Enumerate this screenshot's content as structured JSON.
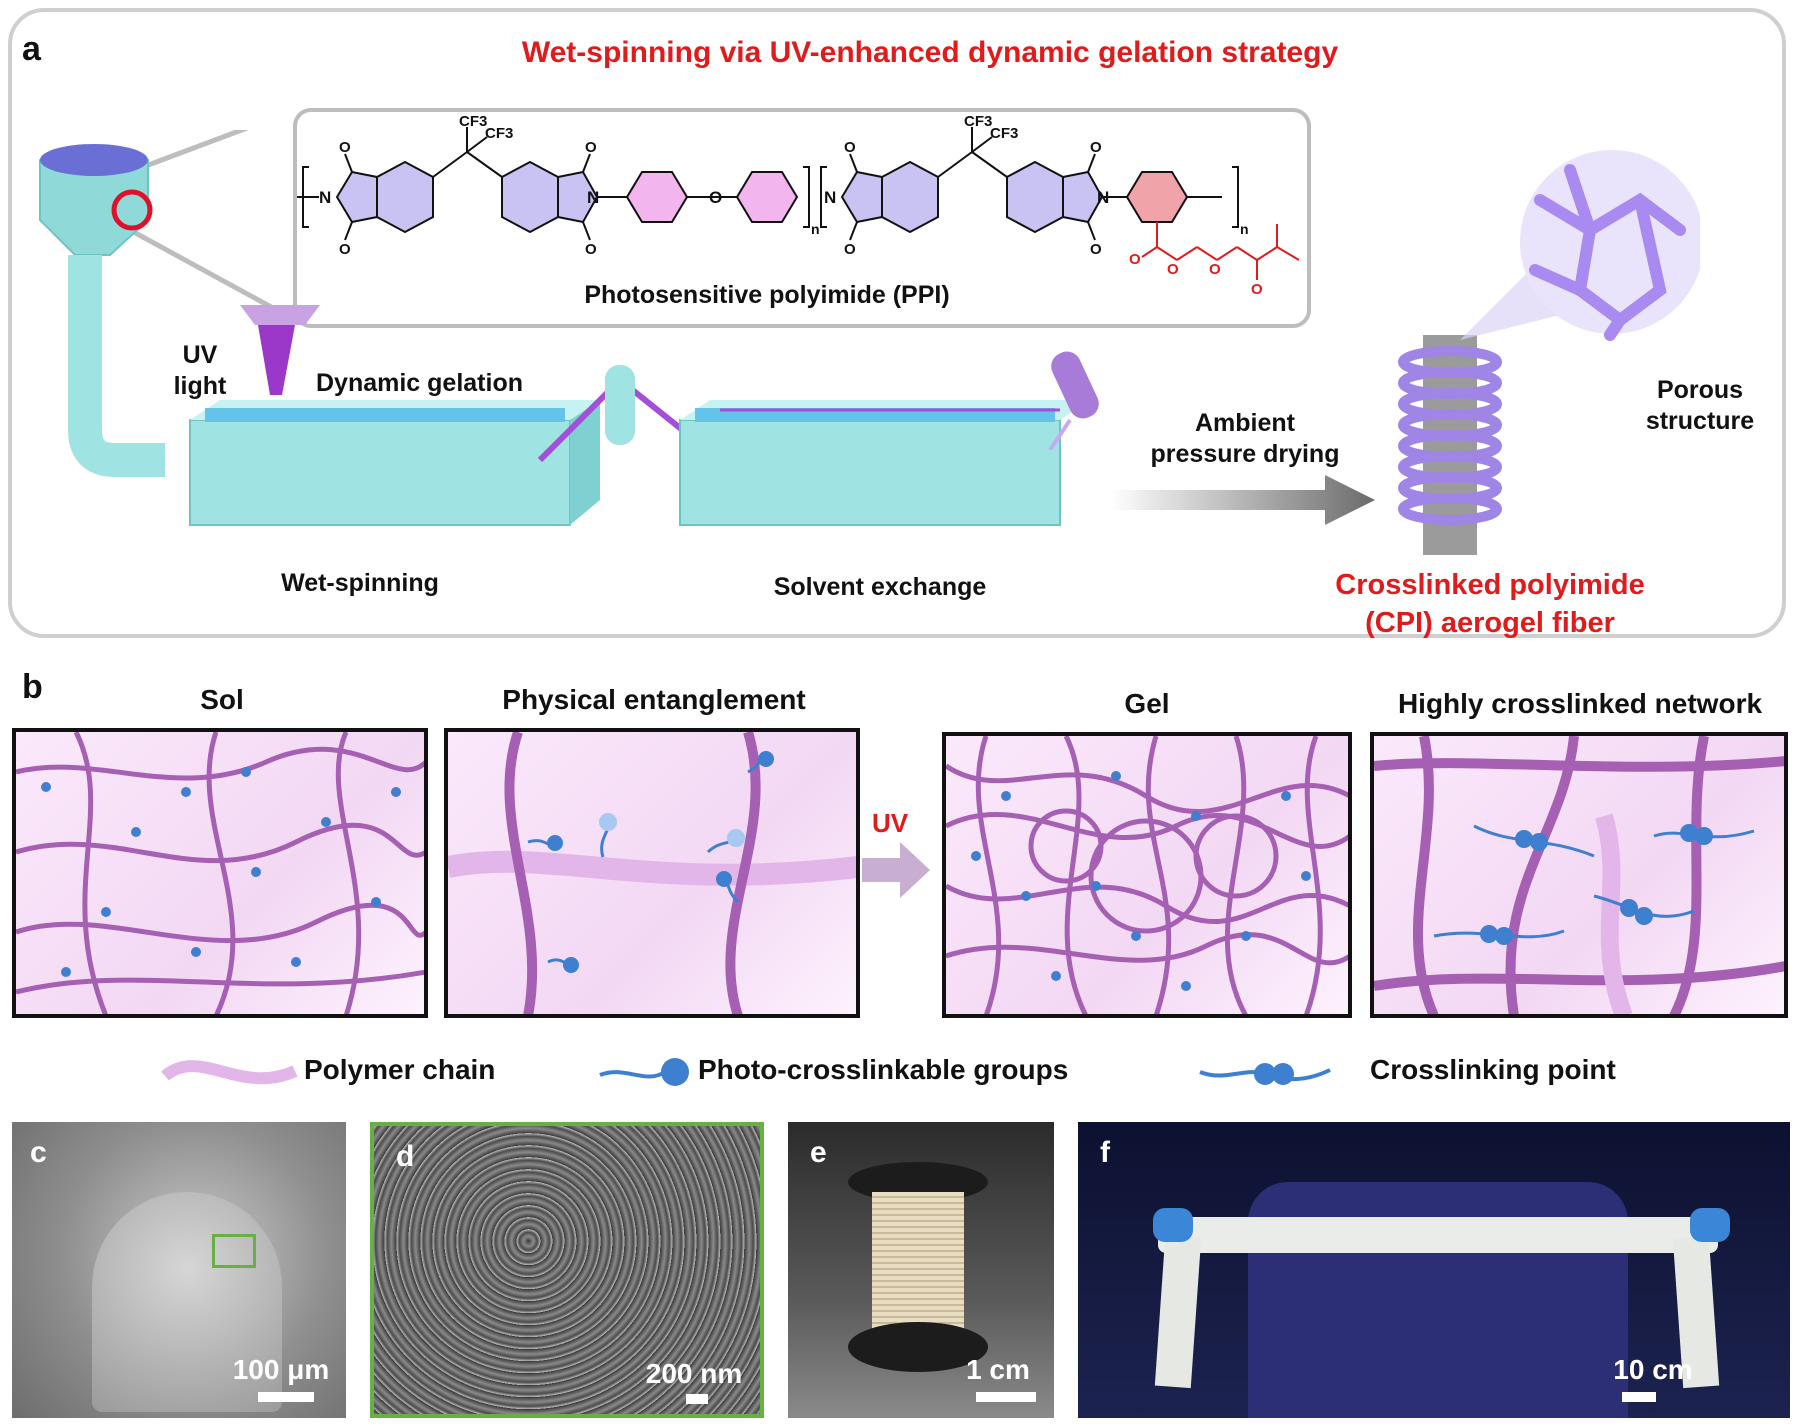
{
  "panel_a": {
    "letter": "a",
    "title": "Wet-spinning via UV-enhanced dynamic gelation strategy",
    "polymer_name": "Photosensitive polyimide (PPI)",
    "uv_light": [
      "UV",
      "light"
    ],
    "dynamic_gelation": "Dynamic gelation",
    "wet_spinning": "Wet-spinning",
    "solvent_exchange": "Solvent exchange",
    "drying": [
      "Ambient",
      "pressure drying"
    ],
    "porous": [
      "Porous",
      "structure"
    ],
    "product": [
      "Crosslinked polyimide",
      "(CPI) aerogel fiber"
    ],
    "chem_labels": {
      "cf3": "CF3",
      "n": "N",
      "o": "O",
      "sub_n": "n"
    }
  },
  "panel_b": {
    "letter": "b",
    "frames": [
      "Sol",
      "Physical entanglement",
      "Gel",
      "Highly crosslinked network"
    ],
    "uv_arrow": "UV",
    "legend": [
      "Polymer chain",
      "Photo-crosslinkable groups",
      "Crosslinking point"
    ]
  },
  "panel_c": {
    "letter": "c",
    "scale": "100 μm"
  },
  "panel_d": {
    "letter": "d",
    "scale": "200 nm"
  },
  "panel_e": {
    "letter": "e",
    "scale": "1 cm"
  },
  "panel_f": {
    "letter": "f",
    "scale": "10 cm"
  },
  "colors": {
    "title_red": "#e01b1b",
    "polymer_purple": "#a560b3",
    "group_blue": "#3f7fd0",
    "tank_teal": "#9fe3e3",
    "fiber_lavender": "#9f86e6"
  }
}
